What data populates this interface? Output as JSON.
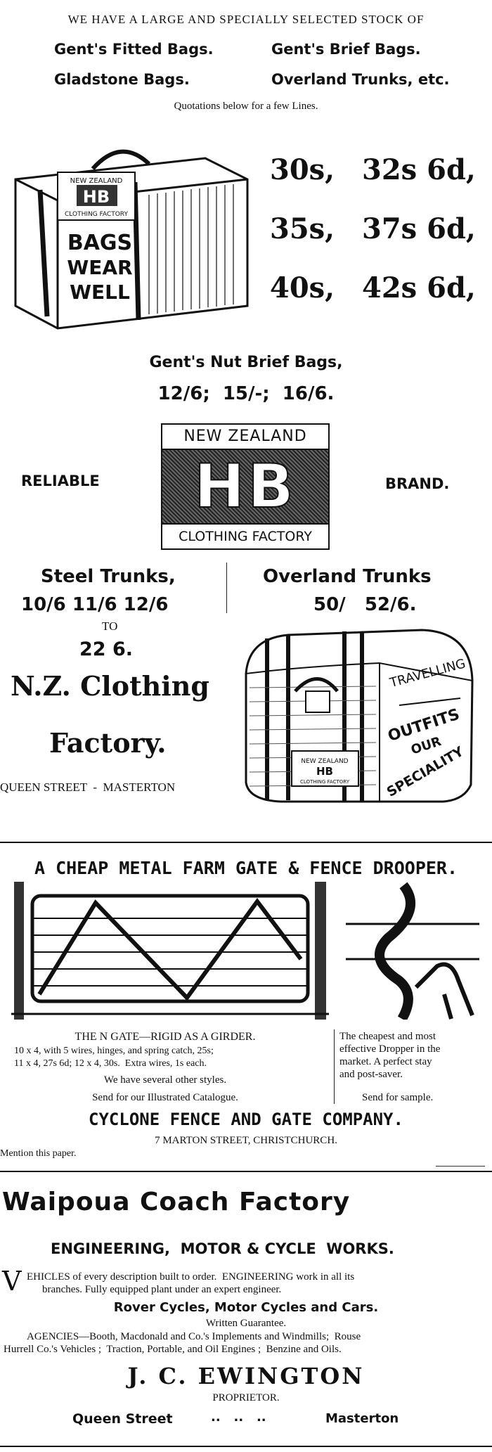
{
  "ad1": {
    "intro": "WE HAVE A LARGE AND SPECIALLY SELECTED STOCK OF",
    "items": [
      "Gent's Fitted Bags.",
      "Gent's Brief Bags.",
      "Gladstone Bags.",
      "Overland Trunks, etc."
    ],
    "quotations": "Quotations below for a few Lines.",
    "bag_text": [
      "NEW ZEALAND",
      "HB",
      "CLOTHING FACTORY",
      "BAGS",
      "WEAR",
      "WELL"
    ],
    "prices": [
      "30s,",
      "32s 6d,",
      "35s,",
      "37s 6d,",
      "40s,",
      "42s 6d,"
    ],
    "nut_bags": "Gent's Nut Brief Bags,",
    "nut_prices": "12/6;  15/-;  16/6.",
    "reliable": "RELIABLE",
    "brand": "BRAND.",
    "logo": {
      "top": "NEW ZEALAND",
      "mark": "HB",
      "bottom": "CLOTHING FACTORY"
    },
    "steel_title": "Steel Trunks,",
    "steel_prices": "10/6 11/6 12/6",
    "to": "TO",
    "steel_max": "22 6.",
    "overland_title": "Overland Trunks",
    "overland_prices": "50/   52/6.",
    "company_line1": "N.Z. Clothing",
    "company_line2": "Factory.",
    "address": "QUEEN STREET  -  MASTERTON",
    "trunk_text": [
      "TRAVELLING",
      "OUTFITS",
      "OUR",
      "SPECIALITY",
      "NEW ZEALAND",
      "HB",
      "CLOTHING FACTORY"
    ]
  },
  "ad2": {
    "headline": "A CHEAP METAL FARM GATE & FENCE DROOPER.",
    "gate_title": "THE N GATE—RIGID AS A GIRDER.",
    "gate_line1": "10 x 4, with 5 wires, hinges, and spring catch, 25s;",
    "gate_line2": "11 x 4, 27s 6d; 12 x 4, 30s.  Extra wires, 1s each.",
    "other_styles": "We have several other styles.",
    "catalogue": "Send for our Illustrated Catalogue.",
    "dropper_line1": "The cheapest and most",
    "dropper_line2": "effective Dropper in the",
    "dropper_line3": "market.  A perfect stay",
    "dropper_line4": "and post-saver.",
    "sample": "Send for sample.",
    "company": "CYCLONE FENCE AND GATE COMPANY.",
    "address": "7 MARTON STREET, CHRISTCHURCH.",
    "mention": "Mention this paper."
  },
  "ad3": {
    "title": "Waipoua Coach Factory",
    "subtitle": "ENGINEERING,  MOTOR & CYCLE  WORKS.",
    "dropcap": "V",
    "line1": "EHICLES of every description built to order.  ENGINEERING work in all its",
    "line2": "branches.  Fully equipped plant under an expert engineer.",
    "rover": "Rover Cycles, Motor Cycles and Cars.",
    "guarantee": "Written Guarantee.",
    "agencies1": "AGENCIES—Booth, Macdonald and Co.'s Implements and Windmills;  Rouse",
    "agencies2": "Hurrell Co.'s Vehicles ;  Traction, Portable, and Oil Engines ;  Benzine and Oils.",
    "proprietor_name": "J. C. EWINGTON",
    "proprietor": "PROPRIETOR.",
    "street": "Queen Street",
    "dots": "..   ..   ..",
    "town": "Masterton"
  }
}
